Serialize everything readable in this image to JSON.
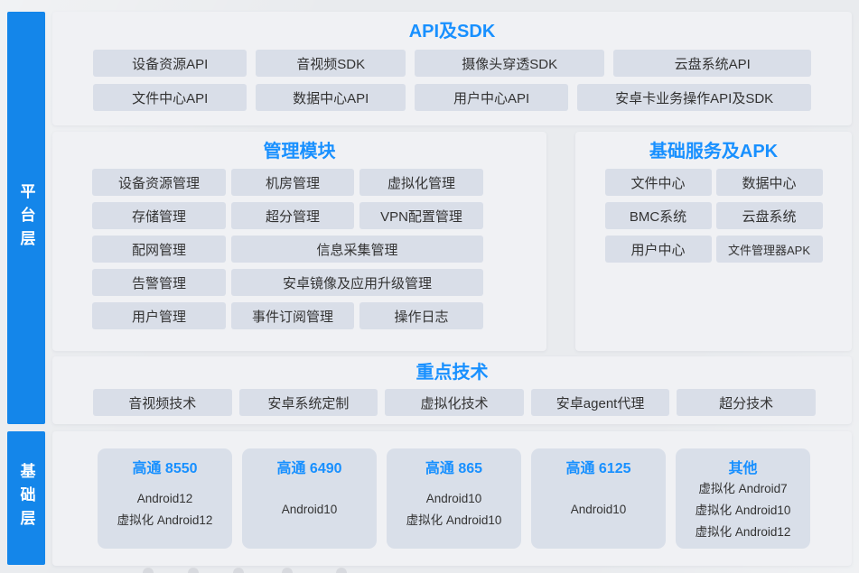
{
  "colors": {
    "bar_blue": "#1486ea",
    "title_blue": "#1890ff",
    "block_bg": "#d9dee8",
    "panel_bg": "#f0f1f4"
  },
  "layer_bars": [
    {
      "label": "平台层"
    },
    {
      "label": "基础层"
    }
  ],
  "api_sdk": {
    "title": "API及SDK",
    "row1": [
      "设备资源API",
      "音视频SDK",
      "摄像头穿透SDK",
      "云盘系统API"
    ],
    "row2": [
      "文件中心API",
      "数据中心API",
      "用户中心API",
      "安卓卡业务操作API及SDK"
    ]
  },
  "management": {
    "title": "管理模块",
    "row1": [
      "设备资源管理",
      "机房管理",
      "虚拟化管理"
    ],
    "row2": [
      "存储管理",
      "超分管理",
      "VPN配置管理"
    ],
    "row3": [
      "配网管理",
      "信息采集管理"
    ],
    "row4": [
      "告警管理",
      "安卓镜像及应用升级管理"
    ],
    "row5": [
      "用户管理",
      "事件订阅管理",
      "操作日志"
    ]
  },
  "base_services": {
    "title": "基础服务及APK",
    "items": [
      "文件中心",
      "数据中心",
      "BMC系统",
      "云盘系统",
      "用户中心",
      "文件管理器APK"
    ]
  },
  "key_tech": {
    "title": "重点技术",
    "items": [
      "音视频技术",
      "安卓系统定制",
      "虚拟化技术",
      "安卓agent代理",
      "超分技术"
    ]
  },
  "chipsets": {
    "cards": [
      {
        "title": "高通 8550",
        "lines": [
          "Android12",
          "虚拟化 Android12"
        ]
      },
      {
        "title": "高通 6490",
        "lines": [
          "Android10"
        ]
      },
      {
        "title": "高通 865",
        "lines": [
          "Android10",
          "虚拟化 Android10"
        ]
      },
      {
        "title": "高通 6125",
        "lines": [
          "Android10"
        ]
      },
      {
        "title": "其他",
        "lines": [
          "虚拟化 Android7",
          "虚拟化 Android10",
          "虚拟化 Android12"
        ]
      }
    ]
  }
}
